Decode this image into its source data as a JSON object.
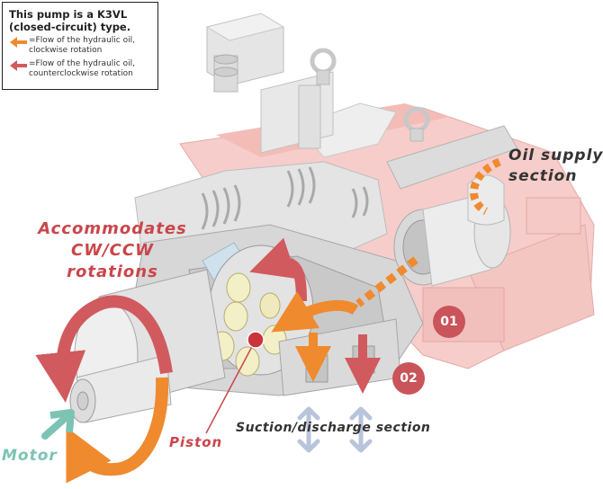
{
  "legend": {
    "title_line1": "This pump is a K3VL",
    "title_line2": "(closed-circuit) type.",
    "cw_line1": "=Flow of the hydraulic oil,",
    "cw_line2": "clockwise rotation",
    "ccw_line1": "=Flow of the hydraulic oil,",
    "ccw_line2": "counterclockwise rotation"
  },
  "labels": {
    "accommodates_line1": "Accommodates",
    "accommodates_line2": "CW/CCW",
    "accommodates_line3": "rotations",
    "oil_supply_line1": "Oil supply",
    "oil_supply_line2": "section",
    "suction_discharge": "Suction/discharge section",
    "piston": "Piston",
    "motor": "Motor"
  },
  "badges": {
    "port1": "01",
    "port2": "02"
  },
  "colors": {
    "orange_flow": "#ef8a2f",
    "red_flow": "#d15a5e",
    "teal_motor": "#7cc3b4",
    "label_red": "#c9464b",
    "badge": "#c9545a",
    "body_gray": "#d8d8d8",
    "body_pink": "#f6c9c5",
    "suction_arrow": "#b8c4db"
  }
}
